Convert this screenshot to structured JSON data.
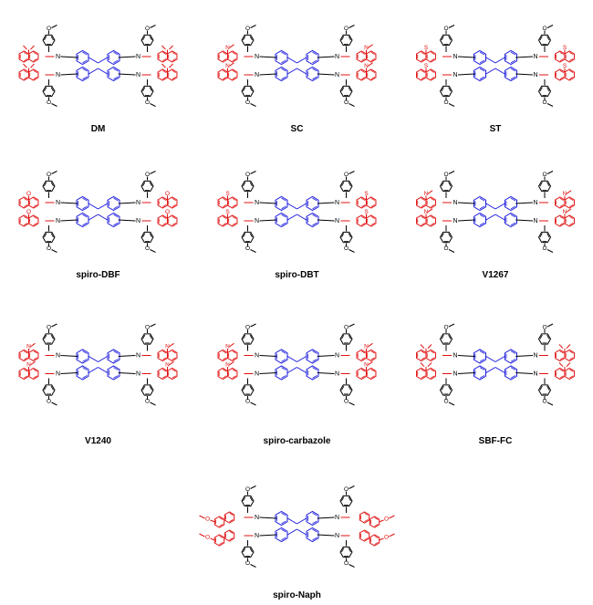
{
  "colors": {
    "core": "#1a1adc",
    "arm": "#e01010",
    "bond": "#000000"
  },
  "molecules": [
    {
      "name": "DM",
      "arm_type": "fluorene-dimethyl"
    },
    {
      "name": "SC",
      "arm_type": "carbazole-ethyl"
    },
    {
      "name": "ST",
      "arm_type": "dibenzothiophene"
    },
    {
      "name": "spiro-DBF",
      "arm_type": "dibenzofuran"
    },
    {
      "name": "spiro-DBT",
      "arm_type": "dibenzothiophene"
    },
    {
      "name": "V1267",
      "arm_type": "bis-carbazole-ethyl"
    },
    {
      "name": "V1240",
      "arm_type": "carbazole-ethyl"
    },
    {
      "name": "spiro-carbazole",
      "arm_type": "bis-carbazole-ethyl"
    },
    {
      "name": "SBF-FC",
      "arm_type": "fluorene-carbazole"
    },
    {
      "name": "spiro-Naph",
      "arm_type": "methoxynaphthalene"
    }
  ],
  "atoms": {
    "nitrogen": "N",
    "sulfur": "S",
    "oxygen": "O"
  }
}
